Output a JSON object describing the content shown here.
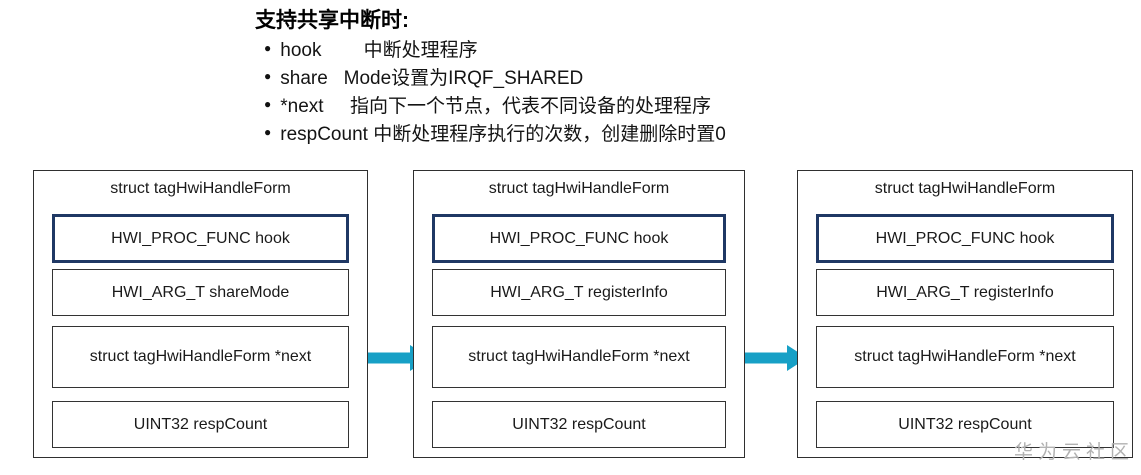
{
  "header": {
    "title": "支持共享中断时:",
    "bullet_glyph": "●",
    "bullets": [
      "hook        中断处理程序",
      "share   Mode设置为IRQF_SHARED",
      "*next     指向下一个节点，代表不同设备的处理程序",
      "respCount 中断处理程序执行的次数，创建删除时置0"
    ]
  },
  "structs": [
    {
      "title": "struct tagHwiHandleForm",
      "fields": [
        "HWI_PROC_FUNC hook",
        "HWI_ARG_T shareMode",
        "struct tagHwiHandleForm *next",
        "UINT32 respCount"
      ]
    },
    {
      "title": "struct tagHwiHandleForm",
      "fields": [
        "HWI_PROC_FUNC hook",
        "HWI_ARG_T registerInfo",
        "struct tagHwiHandleForm *next",
        "UINT32 respCount"
      ]
    },
    {
      "title": "struct tagHwiHandleForm",
      "fields": [
        "HWI_PROC_FUNC hook",
        "HWI_ARG_T registerInfo",
        "struct tagHwiHandleForm *next",
        "UINT32 respCount"
      ]
    }
  ],
  "watermark": "华为云社区",
  "colors": {
    "arrow": "#17a0c6",
    "hook_border": "#1f3864",
    "box_border": "#2f2f2f",
    "watermark": "#b2b2b2"
  }
}
